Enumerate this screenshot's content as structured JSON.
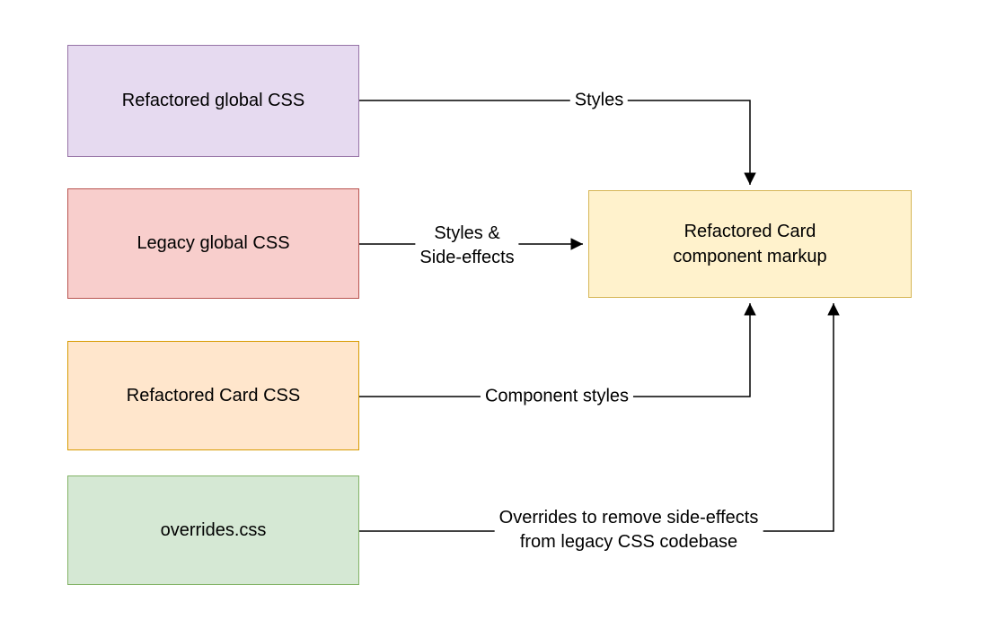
{
  "nodes": {
    "refactored_global_css": {
      "label": "Refactored global CSS",
      "fill": "#E6DAF0",
      "border": "#9673A6"
    },
    "legacy_global_css": {
      "label": "Legacy global CSS",
      "fill": "#F8CECC",
      "border": "#B85450"
    },
    "refactored_card_css": {
      "label": "Refactored Card CSS",
      "fill": "#FFE6CC",
      "border": "#D79B00"
    },
    "overrides_css": {
      "label": "overrides.css",
      "fill": "#D5E8D4",
      "border": "#82B366"
    },
    "refactored_card_markup": {
      "line1": "Refactored Card",
      "line2": "component markup",
      "fill": "#FFF2CC",
      "border": "#D6B656"
    }
  },
  "edges": {
    "styles": {
      "label": "Styles",
      "from": "Refactored global CSS",
      "to": "Refactored Card component markup"
    },
    "styles_side_effects": {
      "line1": "Styles &",
      "line2": "Side-effects",
      "from": "Legacy global CSS",
      "to": "Refactored Card component markup"
    },
    "component_styles": {
      "label": "Component styles",
      "from": "Refactored Card CSS",
      "to": "Refactored Card component markup"
    },
    "overrides": {
      "line1": "Overrides to remove side-effects",
      "line2": "from legacy CSS codebase",
      "from": "overrides.css",
      "to": "Refactored Card component markup"
    }
  },
  "colors": {
    "background": "#ffffff",
    "edge_line": "#000000",
    "text": "#000000"
  }
}
